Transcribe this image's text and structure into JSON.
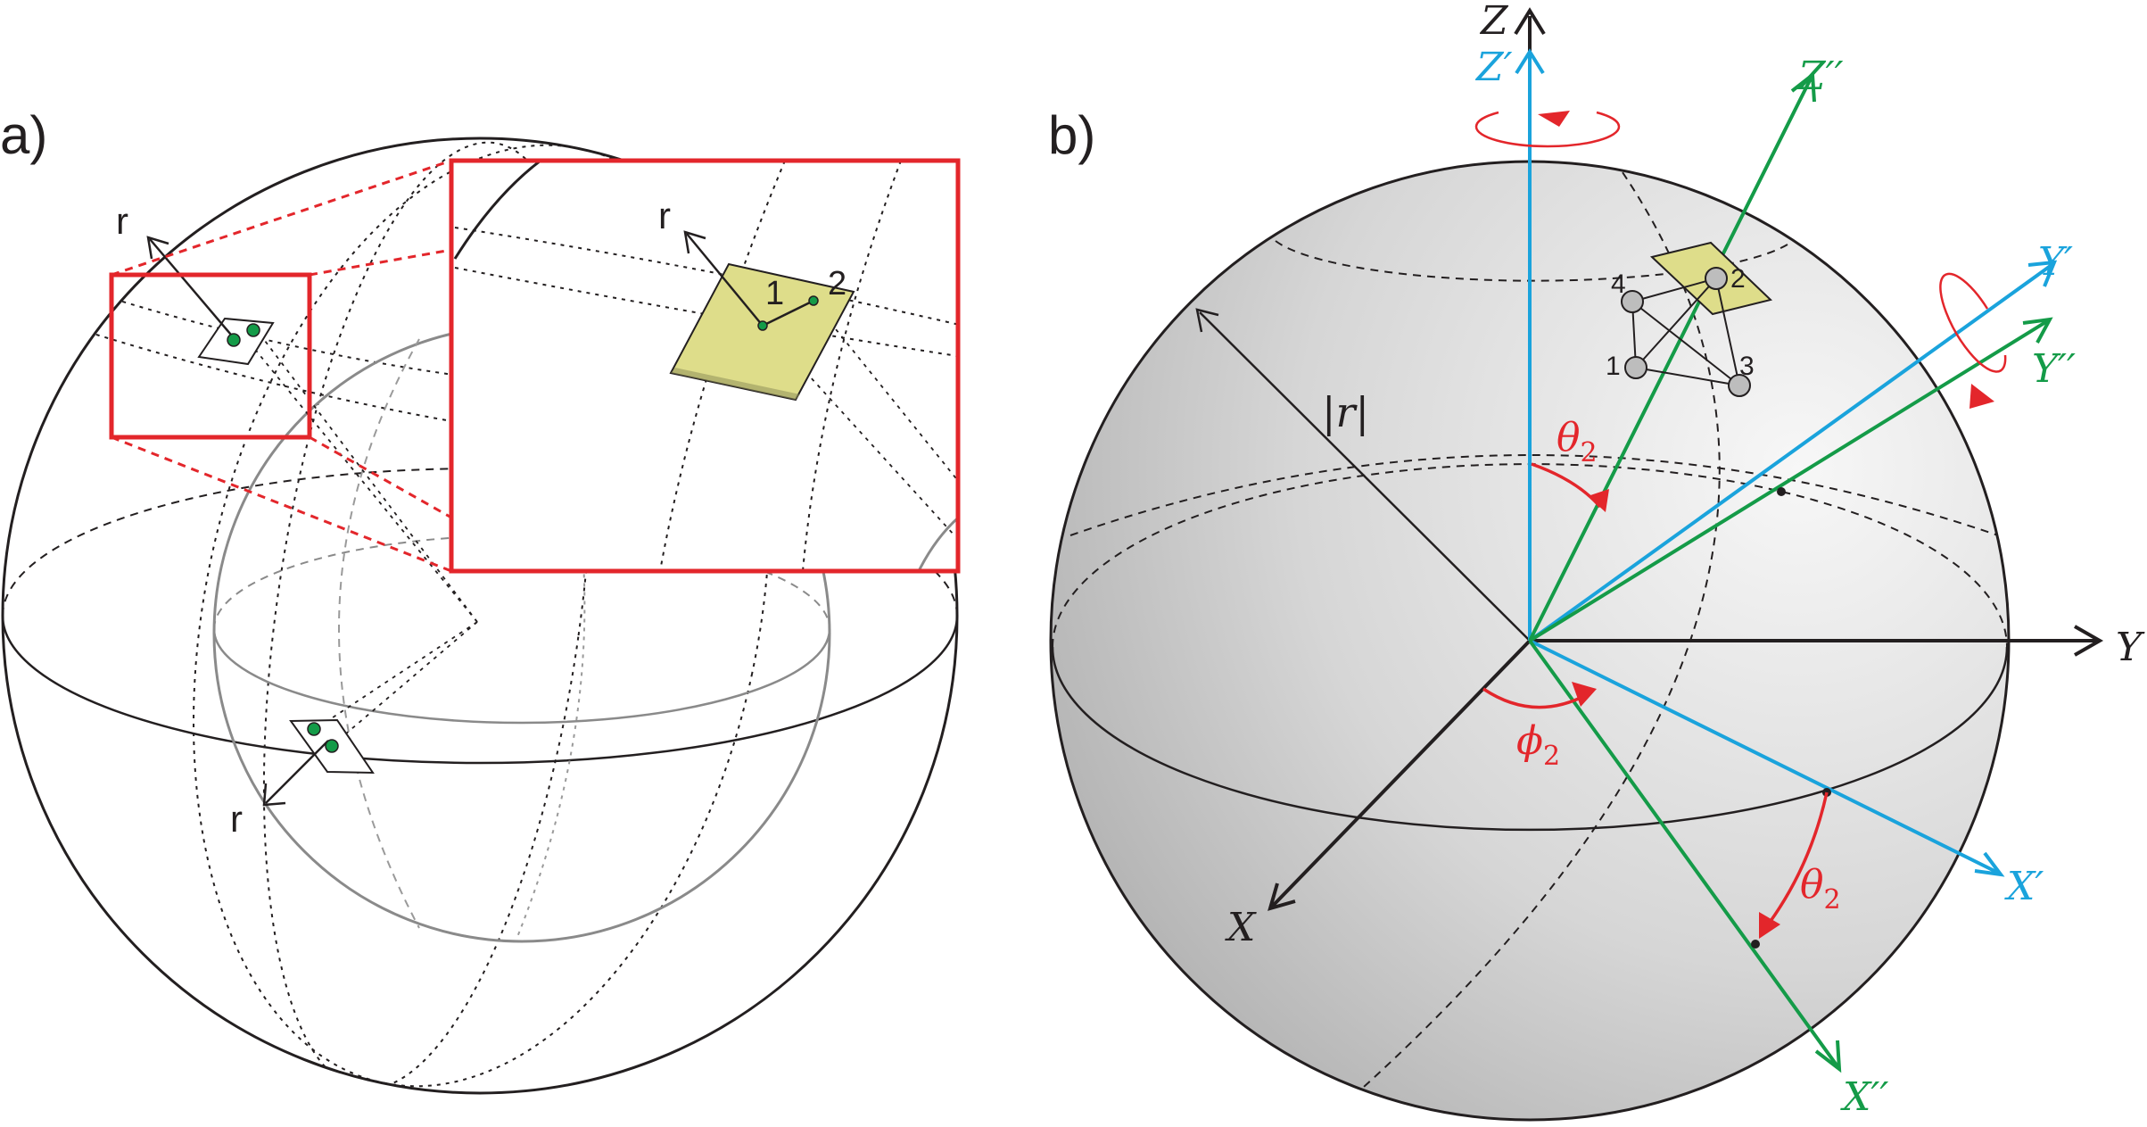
{
  "panel_a": {
    "label": "a)",
    "r_labels": [
      "r",
      "r",
      "r"
    ],
    "inset_points": [
      "1",
      "2"
    ]
  },
  "panel_b": {
    "label": "b)",
    "axes": {
      "z": "Z",
      "y": "Y",
      "x": "X",
      "z_prime": "Z′",
      "y_prime": "Y′",
      "x_prime": "X′",
      "z_dprime": "Z′′",
      "y_dprime": "Y′′",
      "x_dprime": "X′′"
    },
    "radius_label": "|r|",
    "theta_top": "θ",
    "theta_right": "θ",
    "phi": "ϕ",
    "subscript": "2",
    "cluster_points": [
      "1",
      "2",
      "3",
      "4"
    ]
  },
  "colors": {
    "blue": "#1aa3dc",
    "green": "#149b48",
    "red": "#e3262b",
    "inset_frame": "#e3262b",
    "plane_fill": "#dedd8a",
    "ink": "#231f20"
  }
}
